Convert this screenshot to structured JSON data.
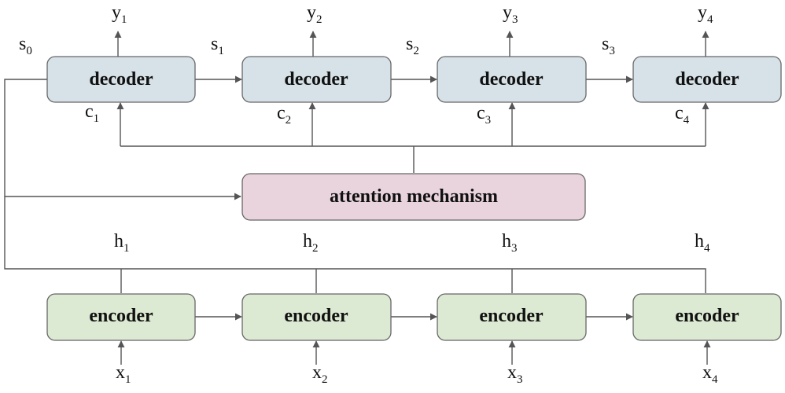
{
  "decoders": [
    {
      "label": "decoder",
      "y": "y",
      "y_sub": "1",
      "c": "c",
      "c_sub": "1"
    },
    {
      "label": "decoder",
      "y": "y",
      "y_sub": "2",
      "c": "c",
      "c_sub": "2"
    },
    {
      "label": "decoder",
      "y": "y",
      "y_sub": "3",
      "c": "c",
      "c_sub": "3"
    },
    {
      "label": "decoder",
      "y": "y",
      "y_sub": "4",
      "c": "c",
      "c_sub": "4"
    }
  ],
  "states": [
    {
      "s": "s",
      "sub": "0"
    },
    {
      "s": "s",
      "sub": "1"
    },
    {
      "s": "s",
      "sub": "2"
    },
    {
      "s": "s",
      "sub": "3"
    }
  ],
  "attention": {
    "label": "attention mechanism"
  },
  "encoders": [
    {
      "label": "encoder",
      "h": "h",
      "h_sub": "1",
      "x": "x",
      "x_sub": "1"
    },
    {
      "label": "encoder",
      "h": "h",
      "h_sub": "2",
      "x": "x",
      "x_sub": "2"
    },
    {
      "label": "encoder",
      "h": "h",
      "h_sub": "3",
      "x": "x",
      "x_sub": "3"
    },
    {
      "label": "encoder",
      "h": "h",
      "h_sub": "4",
      "x": "x",
      "x_sub": "4"
    }
  ],
  "colors": {
    "decoder_fill": "#d6e2e8",
    "encoder_fill": "#dce9d3",
    "attention_fill": "#e9d4dd",
    "line": "#555555"
  }
}
